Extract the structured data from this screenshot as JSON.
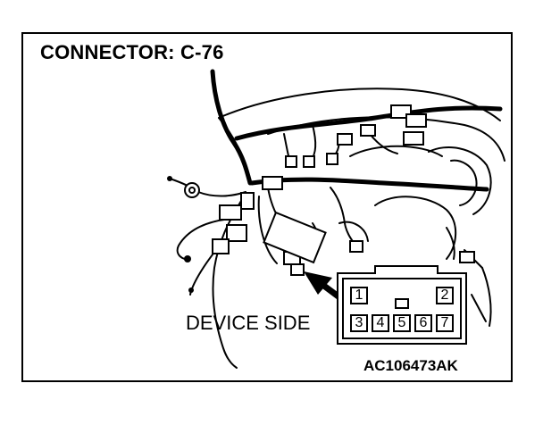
{
  "title": "CONNECTOR: C-76",
  "label_device_side": "DEVICE SIDE",
  "diagram_code": "AC106473AK",
  "connector_pins": [
    {
      "number": "1"
    },
    {
      "number": "2"
    },
    {
      "number": "3"
    },
    {
      "number": "4"
    },
    {
      "number": "5"
    },
    {
      "number": "6"
    },
    {
      "number": "7"
    }
  ]
}
